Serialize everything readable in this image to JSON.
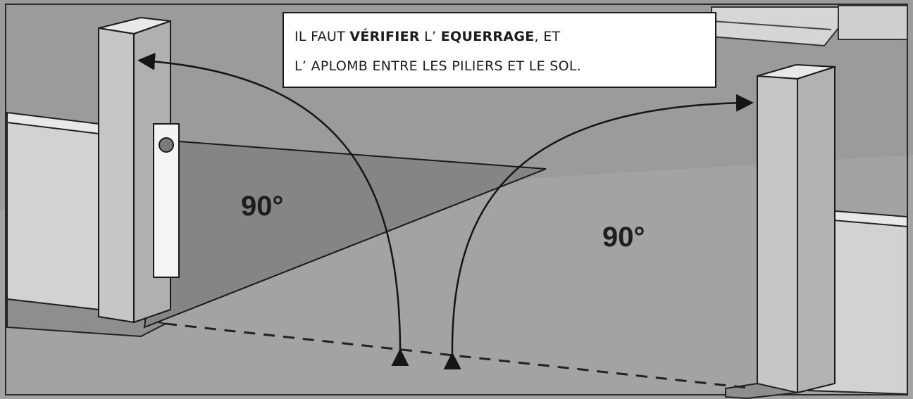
{
  "note": {
    "line1": {
      "before": "IL FAUT ",
      "bold1": "VÉRIFIER",
      "middle": " L’ ",
      "bold2": "EQUERRAGE",
      "after": ", ET"
    },
    "line2": "L’ APLOMB ENTRE LES PILIERS ET LE SOL."
  },
  "angles": {
    "left": "90°",
    "right": "90°"
  },
  "colors": {
    "wall": "#9b9b9b",
    "ground": "#a4a4a4",
    "pillar_front": "#c8c8c8",
    "pillar_side": "#b3b3b3",
    "pillar_top": "#e4e4e4",
    "gate_panel": "#cfcfcf",
    "shadow_triangle": "#7f7f7f",
    "outline": "#1a1a1a",
    "note_box": "#ffffff"
  }
}
